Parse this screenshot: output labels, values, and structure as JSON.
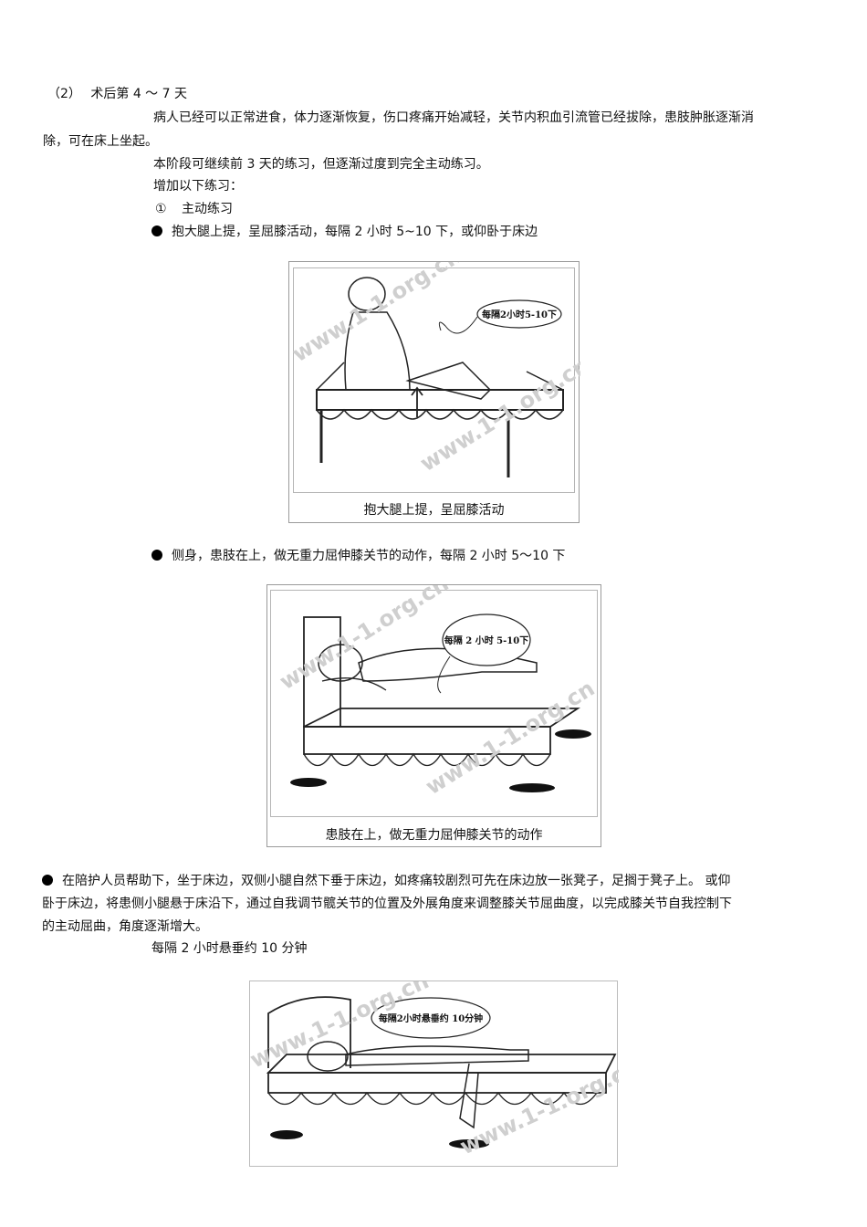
{
  "section": {
    "heading_num": "（2）",
    "heading_text": "术后第 4 ～ 7 天"
  },
  "intro": {
    "p1_line1": "病人已经可以正常进食，体力逐渐恢复，伤口疼痛开始减轻，关节内积血引流管已经拔除，患肢肿胀逐渐消",
    "p1_line2": "除，可在床上坐起。",
    "p2": "本阶段可继续前 3 天的练习，但逐渐过度到完全主动练习。",
    "p3": "增加以下练习："
  },
  "subsection": {
    "marker": "①",
    "title": "主动练习"
  },
  "items": [
    {
      "text": "抱大腿上提，呈屈膝活动，每隔 2 小时 5~10 下，或仰卧于床边",
      "figure_caption": "抱大腿上提，呈屈膝活动",
      "bubble": "每隔2小时5-10下",
      "watermark": "www.1-1.org.cn"
    },
    {
      "text": "侧身，患肢在上，做无重力屈伸膝关节的动作，每隔 2 小时 5～10 下",
      "figure_caption": "患肢在上，做无重力屈伸膝关节的动作",
      "bubble": "每隔 2 小时 5-10下",
      "watermark": "www.1-1.org.cn"
    },
    {
      "text_line1": "在陪护人员帮助下，坐于床边，双侧小腿自然下垂于床边，如疼痛较剧烈可先在床边放一张凳子，足搁于凳子上。 或仰",
      "text_line2": "卧于床边，将患侧小腿悬于床沿下，通过自我调节髋关节的位置及外展角度来调整膝关节屈曲度，以完成膝关节自我控制下",
      "text_line3": "的主动屈曲，角度逐渐增大。",
      "note": "每隔 2 小时悬垂约 10 分钟",
      "bubble": "每隔2小时悬垂约 10分钟",
      "watermark": "www.1-1.org.cn"
    }
  ]
}
